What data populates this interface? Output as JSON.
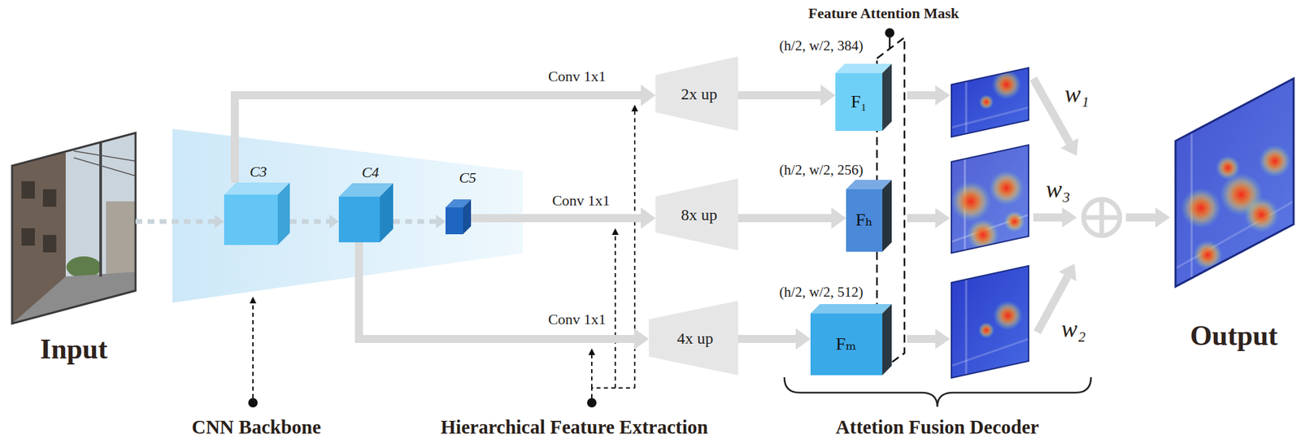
{
  "diagram": {
    "nodes": [
      {
        "text": [
          "Input"
        ]
      },
      {
        "text": [
          "C3"
        ]
      },
      {
        "text": [
          "C4"
        ]
      },
      {
        "text": [
          "C5"
        ]
      },
      {
        "text": [
          "2x up"
        ]
      },
      {
        "text": [
          "8x up"
        ]
      },
      {
        "text": [
          "4x up"
        ]
      },
      {
        "text": [
          "(h/2, w/2, 384)",
          "F₁"
        ]
      },
      {
        "text": [
          "(h/2, w/2, 256)",
          "Fₕ"
        ]
      },
      {
        "text": [
          "(h/2, w/2, 512)",
          "Fₘ"
        ]
      },
      {
        "text": [
          "Output"
        ]
      }
    ],
    "edges": [
      {
        "from": 0,
        "to": 1,
        "arrow": "to"
      },
      {
        "from": 1,
        "to": 2,
        "arrow": "to"
      },
      {
        "from": 2,
        "to": 3,
        "arrow": "to"
      },
      {
        "from": 1,
        "to": 4,
        "label": "Conv 1x1",
        "arrow": "to"
      },
      {
        "from": 3,
        "to": 5,
        "label": "Conv 1x1",
        "arrow": "to"
      },
      {
        "from": 2,
        "to": 6,
        "label": "Conv 1x1",
        "arrow": "to"
      },
      {
        "from": 4,
        "to": 7,
        "arrow": "to"
      },
      {
        "from": 5,
        "to": 8,
        "arrow": "to"
      },
      {
        "from": 6,
        "to": 9,
        "arrow": "to"
      }
    ],
    "labels": [
      "Feature Attention Mask",
      "w₁",
      "w₃",
      "w₂",
      "CNN Backbone",
      "Hierarchical Feature Extraction",
      "Attetion Fusion Decoder"
    ]
  }
}
